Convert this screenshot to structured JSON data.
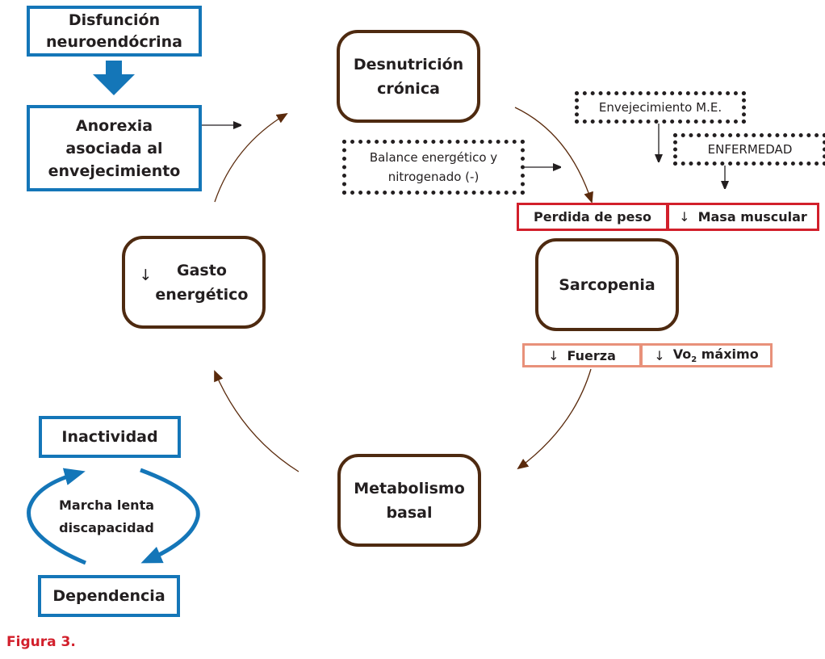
{
  "nodes": {
    "disfuncion": "Disfunción\nneuroendócrina",
    "anorexia": "Anorexia\nasociada al\nenvejecimiento",
    "desnutricion": "Desnutrición\ncrónica",
    "balance": "Balance energético y\nnitrogenado (-)",
    "envejecimiento": "Envejecimiento M.E.",
    "enfermedad": "ENFERMEDAD",
    "perdida_peso": "Perdida de peso",
    "masa_muscular": "Masa muscular",
    "sarcopenia": "Sarcopenia",
    "fuerza": "Fuerza",
    "vo2_prefix": "Vo",
    "vo2_sub": "2",
    "vo2_suffix": " máximo",
    "gasto": "Gasto\nenergético",
    "metabolismo": "Metabolismo\nbasal",
    "inactividad": "Inactividad",
    "marcha": "Marcha lenta\ndiscapacidad",
    "dependencia": "Dependencia"
  },
  "down_arrow_glyph": "↓",
  "caption": "Figura 3.",
  "colors": {
    "blue": "#1476b8",
    "brown": "#4e2a10",
    "red": "#d21f2b",
    "salmon": "#e8917a",
    "text": "#231f20"
  }
}
